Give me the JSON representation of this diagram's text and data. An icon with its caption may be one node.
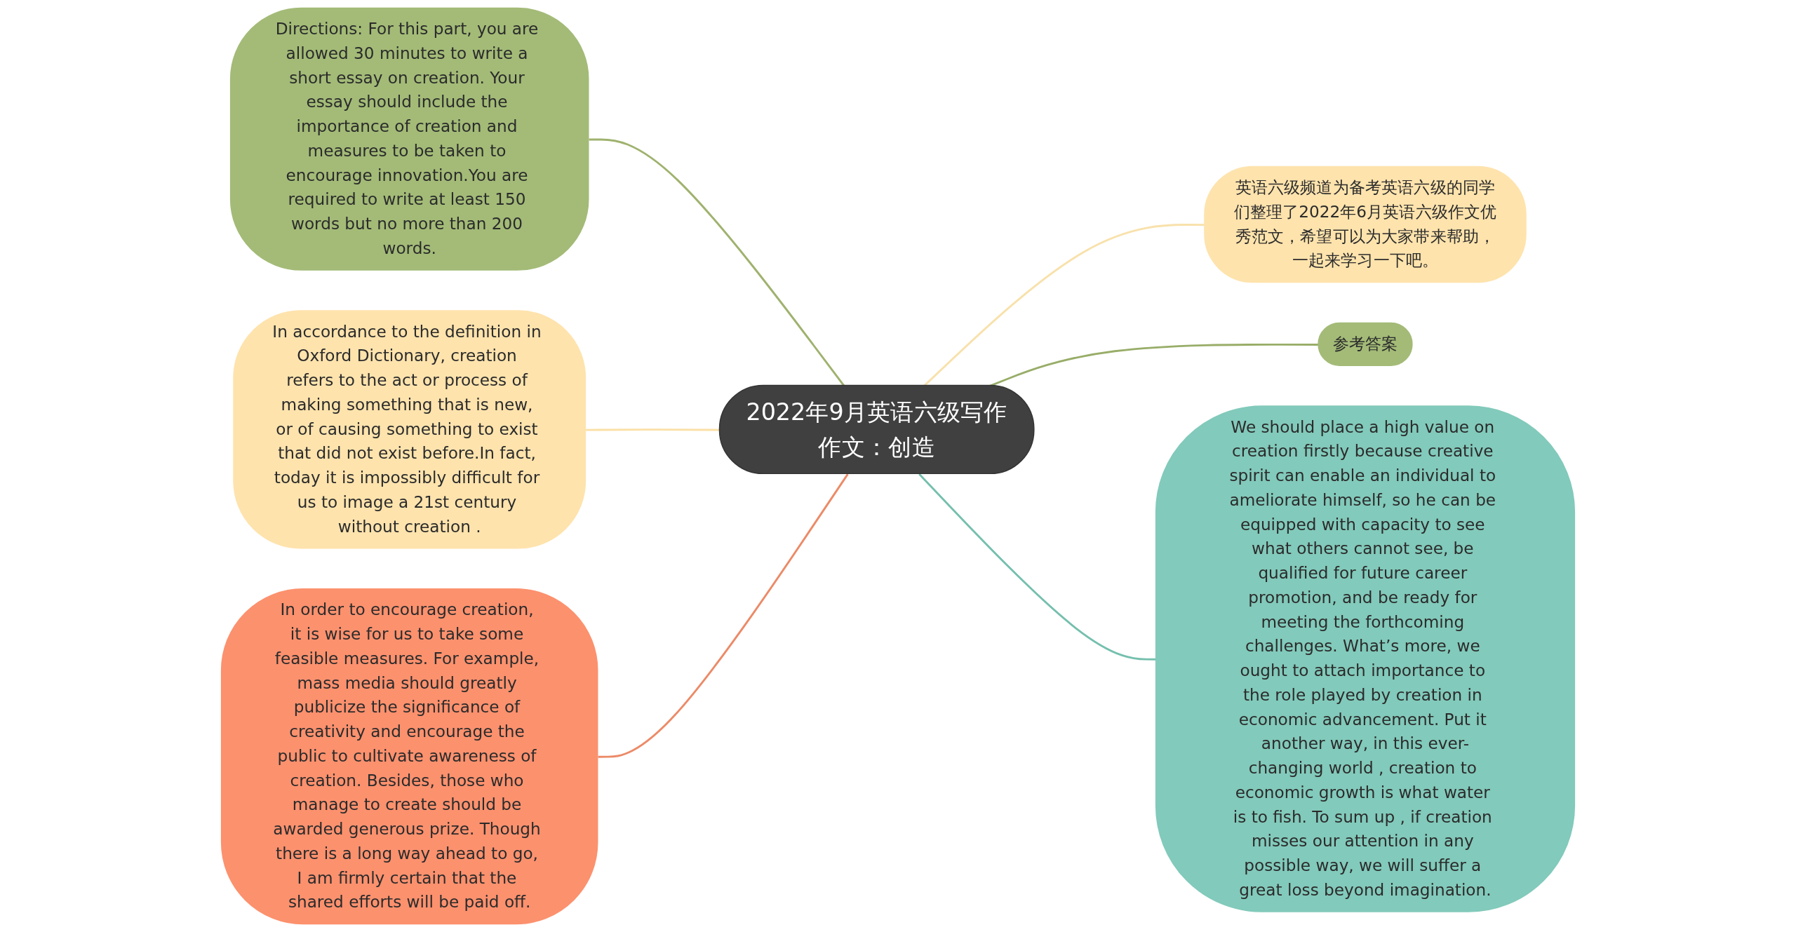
{
  "diagram": {
    "nodes": [
      {
        "text": [
          "2022年9月英语六级写作作文：创造"
        ]
      },
      {
        "text": [
          "Directions: For this part, you are allowed 30 minutes to write a short essay on creation. Your essay should include the importance of creation and measures to be taken to encourage innovation.You are required to write at least 150 words but no more than 200 words."
        ]
      },
      {
        "text": [
          "In accordance to the definition in Oxford Dictionary, creation refers to the act or process of making something that is new, or of causing something to exist that did not exist before.In fact, today it is impossibly difficult for us to image a 21st century without creation ."
        ]
      },
      {
        "text": [
          "In order to encourage creation, it is wise for us to take some feasible measures. For example, mass media should greatly publicize the significance of creativity and encourage the public to cultivate awareness of creation. Besides, those who manage to create should be awarded generous prize. Though there is a long way ahead to go, I am firmly certain that the shared efforts will be paid off."
        ]
      },
      {
        "text": [
          "英语六级频道为备考英语六级的同学们整理了2022年6月英语六级作文优秀范文，希望可以为大家带来帮助，一起来学习一下吧。"
        ]
      },
      {
        "text": [
          "参考答案"
        ]
      },
      {
        "text": [
          "We should place a high value on creation firstly because creative spirit can enable an individual to ameliorate himself, so he can be equipped with capacity to see what others cannot see, be qualified for future career promotion, and be ready for meeting the forthcoming challenges. What’s more, we ought to attach importance to the role played by creation in economic advancement. Put it another way, in this ever-changing world , creation to economic growth is what water is to fish. To sum up , if creation misses our attention in any possible way, we will suffer a great loss beyond imagination."
        ]
      }
    ],
    "edges": [
      {
        "from": 1,
        "to": 0,
        "arrow": "none",
        "color": "#9fb26e"
      },
      {
        "from": 2,
        "to": 0,
        "arrow": "none",
        "color": "#fbe0a6"
      },
      {
        "from": 3,
        "to": 0,
        "arrow": "none",
        "color": "#ec8a67"
      },
      {
        "from": 0,
        "to": 4,
        "arrow": "none",
        "color": "#f8e1ab"
      },
      {
        "from": 0,
        "to": 5,
        "arrow": "none",
        "color": "#98ad68"
      },
      {
        "from": 0,
        "to": 6,
        "arrow": "none",
        "color": "#75bfae"
      }
    ]
  }
}
